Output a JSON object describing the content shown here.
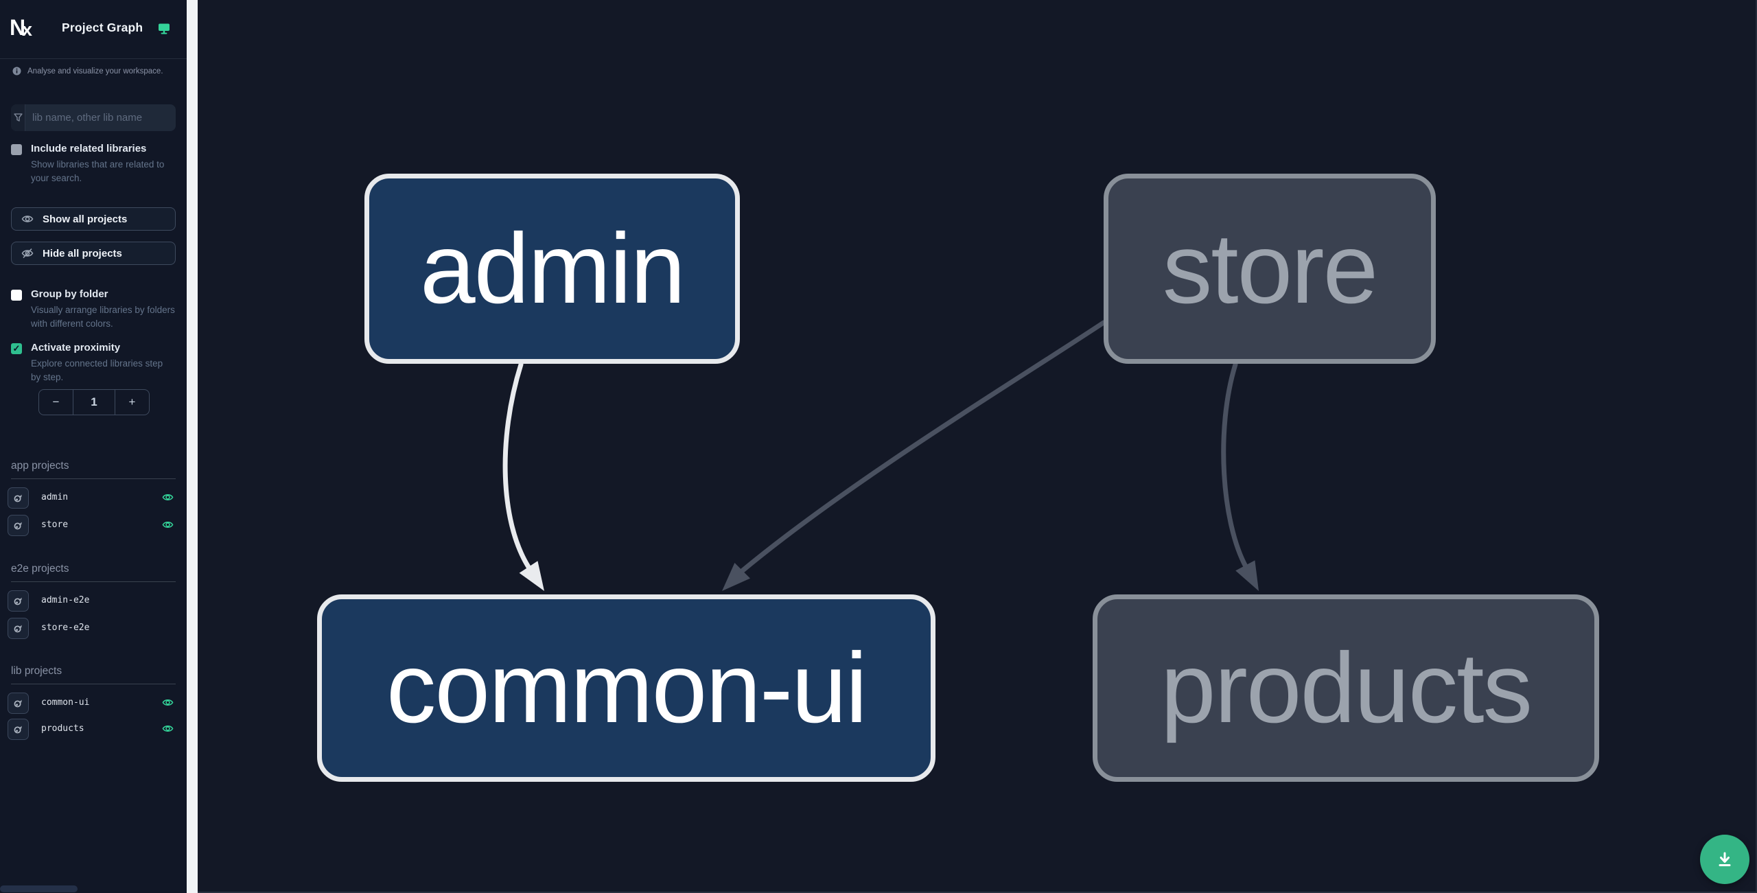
{
  "app": {
    "title": "Project Graph",
    "logo_text": "Nx"
  },
  "sidebar": {
    "tagline": "Analyse and visualize your workspace.",
    "search": {
      "placeholder": "lib name, other lib name"
    },
    "include_related": {
      "label": "Include related libraries",
      "description": "Show libraries that are related to your search.",
      "checked": false
    },
    "buttons": {
      "show_all": "Show all projects",
      "hide_all": "Hide all projects"
    },
    "group_by_folder": {
      "label": "Group by folder",
      "description": "Visually arrange libraries by folders with different colors.",
      "checked": false
    },
    "proximity": {
      "label": "Activate proximity",
      "description": "Explore connected libraries step by step.",
      "checked": true,
      "check_glyph": "✓",
      "minus": "−",
      "value": "1",
      "plus": "+"
    },
    "sections": [
      {
        "label": "app projects",
        "items": [
          {
            "name": "admin",
            "visible": true
          },
          {
            "name": "store",
            "visible": true
          }
        ]
      },
      {
        "label": "e2e projects",
        "items": [
          {
            "name": "admin-e2e",
            "visible": false
          },
          {
            "name": "store-e2e",
            "visible": false
          }
        ]
      },
      {
        "label": "lib projects",
        "items": [
          {
            "name": "common-ui",
            "visible": true
          },
          {
            "name": "products",
            "visible": true
          }
        ]
      }
    ]
  },
  "graph": {
    "nodes": [
      {
        "label": "admin",
        "state": "focused"
      },
      {
        "label": "store",
        "state": "muted"
      },
      {
        "label": "common-ui",
        "state": "focused"
      },
      {
        "label": "products",
        "state": "muted"
      }
    ],
    "edges": [
      {
        "from": "admin",
        "to": "common-ui",
        "state": "highlight"
      },
      {
        "from": "store",
        "to": "common-ui",
        "state": "muted"
      },
      {
        "from": "store",
        "to": "products",
        "state": "muted"
      }
    ]
  },
  "colors": {
    "accent_green": "#34d399",
    "checkbox_checked": "#2fbf8f",
    "node_focused_bg": "#1b395e",
    "node_focused_border": "#e7e9ec",
    "node_muted_bg": "#3a4150",
    "node_muted_border": "#899099",
    "edge_highlight": "#e9ebee",
    "edge_muted": "#4a5160",
    "download_button_bg": "#34b585",
    "sidebar_bg": "#111726",
    "canvas_bg": "#131826"
  }
}
